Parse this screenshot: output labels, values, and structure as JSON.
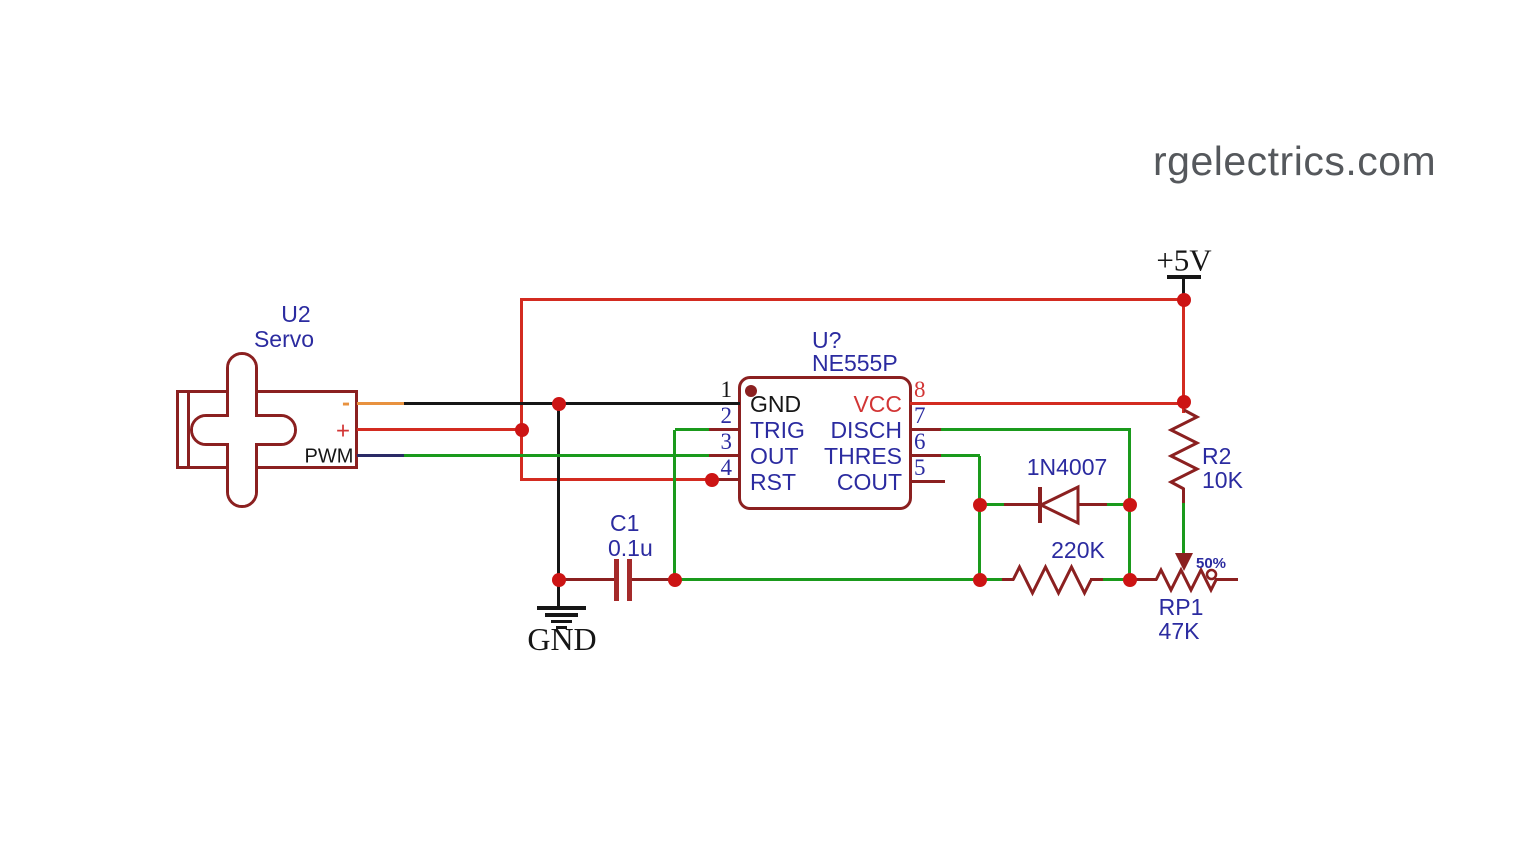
{
  "watermark": {
    "text": "rgelectrics.com"
  },
  "colors": {
    "canvas_white": "#ffffff",
    "wire_red": "#d32b20",
    "dark_red": "#8b2020",
    "wire_green": "#1a9a1c",
    "wire_black": "#161616",
    "label_blue": "#2b2ba0",
    "vcc_red": "#d23535",
    "stub_orange": "#e8923f",
    "stub_navy": "#2a2a66",
    "junction_red": "#cc1414",
    "cap_red": "#a42a2a",
    "watermark_gray": "#55585c"
  },
  "servo": {
    "refdes": "U2",
    "value": "Servo",
    "pins": {
      "minus": "-",
      "plus": "+",
      "pwm": "PWM"
    }
  },
  "timer_ic": {
    "refdes": "U?",
    "value": "NE555P",
    "pins_left": [
      {
        "num": "1",
        "name": "GND"
      },
      {
        "num": "2",
        "name": "TRIG"
      },
      {
        "num": "3",
        "name": "OUT"
      },
      {
        "num": "4",
        "name": "RST"
      }
    ],
    "pins_right": [
      {
        "num": "8",
        "name": "VCC"
      },
      {
        "num": "7",
        "name": "DISCH"
      },
      {
        "num": "6",
        "name": "THRES"
      },
      {
        "num": "5",
        "name": "COUT"
      }
    ]
  },
  "power": {
    "vcc": "+5V",
    "gnd": "GND"
  },
  "capacitor_c1": {
    "refdes": "C1",
    "value": "0.1u"
  },
  "resistor_r2": {
    "refdes": "R2",
    "value": "10K"
  },
  "diode_d1": {
    "part": "1N4007"
  },
  "resistor_220k": {
    "value": "220K"
  },
  "potentiometer_rp1": {
    "refdes": "RP1",
    "value": "47K",
    "wiper": "50%"
  }
}
